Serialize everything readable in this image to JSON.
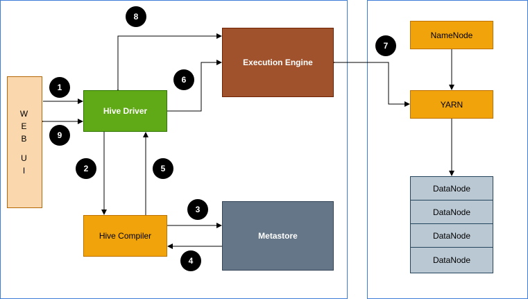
{
  "panels": {
    "hive_panel": "",
    "hadoop_panel": ""
  },
  "nodes": {
    "web_ui": {
      "lines": [
        "W",
        "E",
        "B",
        "",
        "U",
        "I"
      ],
      "fill": "#fad7ac",
      "stroke": "#b46504"
    },
    "hive_driver": {
      "label": "Hive Driver",
      "fill": "#60a917",
      "stroke": "#2d7600",
      "text_color": "#ffffff"
    },
    "hive_compiler": {
      "label": "Hive Compiler",
      "fill": "#f0a30a",
      "stroke": "#bd7000",
      "text_color": "#000000"
    },
    "execution_engine": {
      "label": "Execution Engine",
      "fill": "#a0522d",
      "stroke": "#6d1f00",
      "text_color": "#ffffff"
    },
    "metastore": {
      "label": "Metastore",
      "fill": "#647687",
      "stroke": "#314354",
      "text_color": "#ffffff"
    },
    "namenode": {
      "label": "NameNode",
      "fill": "#f0a30a",
      "stroke": "#bd7000",
      "text_color": "#000000"
    },
    "yarn": {
      "label": "YARN",
      "fill": "#f0a30a",
      "stroke": "#bd7000",
      "text_color": "#000000"
    },
    "datanodes": [
      {
        "label": "DataNode"
      },
      {
        "label": "DataNode"
      },
      {
        "label": "DataNode"
      },
      {
        "label": "DataNode"
      }
    ],
    "datanode_fill": "#bac8d3",
    "datanode_stroke": "#23445d"
  },
  "steps": [
    "1",
    "2",
    "3",
    "4",
    "5",
    "6",
    "7",
    "8",
    "9"
  ],
  "colors": {
    "panel_border": "#3d7bd9",
    "arrow": "#000000",
    "badge": "#000000"
  }
}
